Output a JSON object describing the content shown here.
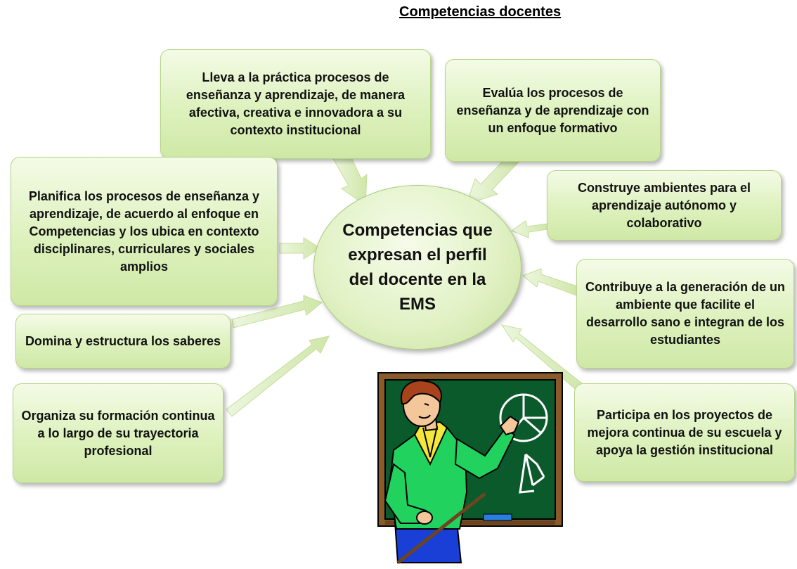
{
  "title": "Competencias docentes",
  "center": "Competencias que expresan el perfil del docente en la EMS",
  "boxes": {
    "practica": "Lleva a la práctica procesos de enseñanza y aprendizaje, de manera afectiva, creativa e innovadora a su contexto institucional",
    "evalua": "Evalúa los procesos de enseñanza y de aprendizaje con un enfoque formativo",
    "planifica": "Planifica los procesos de enseñanza y aprendizaje, de acuerdo al enfoque en Competencias y los ubica en contexto disciplinares, curriculares y sociales amplios",
    "construye": "Construye ambientes para el aprendizaje autónomo y colaborativo",
    "domina": "Domina y estructura los saberes",
    "contribuye": "Contribuye a la generación de un ambiente que facilite el desarrollo sano e integran de los estudiantes",
    "organiza": "Organiza su formación continua a lo largo de su trayectoria profesional",
    "participa": "Participa en los proyectos de mejora continua de su escuela y apoya la gestión institucional"
  },
  "colors": {
    "box_fill": "#ddf1bd",
    "box_border": "#b6d48a",
    "arrow": "#d4e8b0",
    "chalkboard": "#0b5a2c",
    "sweater": "#21d25e"
  },
  "illustration": "teacher-at-chalkboard"
}
